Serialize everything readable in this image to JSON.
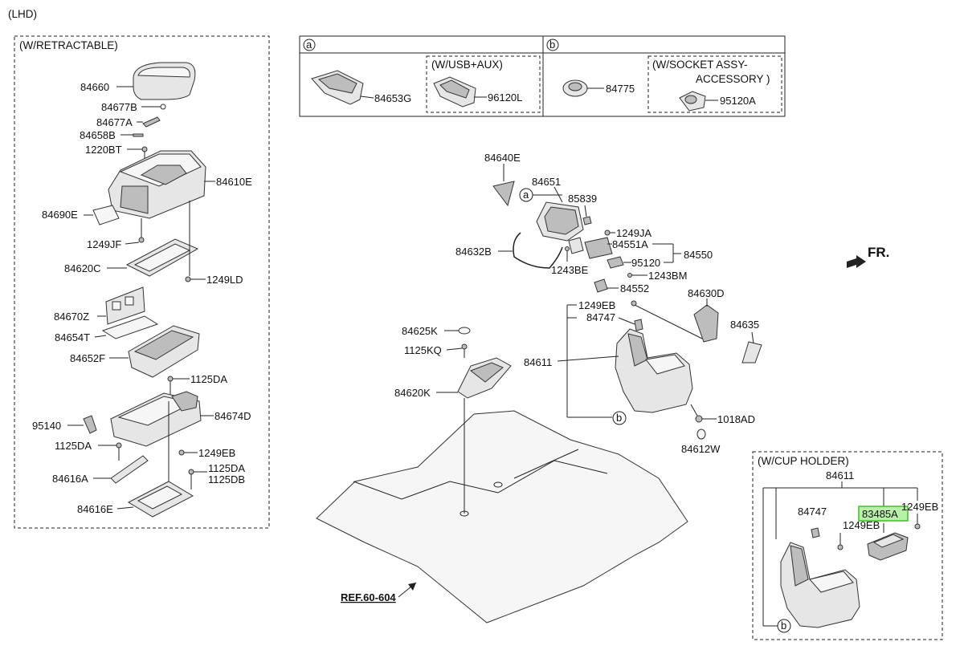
{
  "titles": {
    "lhd": "(LHD)",
    "retractable": "(W/RETRACTABLE)",
    "usb_aux": "(W/USB+AUX)",
    "socket_1": "(W/SOCKET ASSY-",
    "socket_2": "ACCESSORY )",
    "cup_holder": "(W/CUP HOLDER)",
    "ref": "REF.60-604",
    "fr": "FR."
  },
  "callouts": {
    "a": "a",
    "b": "b"
  },
  "left_panel": {
    "p84660": "84660",
    "p84677B": "84677B",
    "p84677A": "84677A",
    "p84658B": "84658B",
    "p1220BT": "1220BT",
    "p84610E": "84610E",
    "p84690E": "84690E",
    "p1249JF": "1249JF",
    "p84620C": "84620C",
    "p1249LD": "1249LD",
    "p84670Z": "84670Z",
    "p84654T": "84654T",
    "p84652F": "84652F",
    "p1125DA_a": "1125DA",
    "p84674D": "84674D",
    "p95140": "95140",
    "p1125DA_b": "1125DA",
    "p1249EB": "1249EB",
    "p1125DA_c": "1125DA",
    "p1125DB": "1125DB",
    "p84616A": "84616A",
    "p84616E": "84616E"
  },
  "top_box": {
    "p84653G": "84653G",
    "p96120L": "96120L",
    "p84775": "84775",
    "p95120A": "95120A"
  },
  "center": {
    "p84640E": "84640E",
    "p84651": "84651",
    "p85839": "85839",
    "p1249JA": "1249JA",
    "p84551A": "84551A",
    "p84550": "84550",
    "p84632B": "84632B",
    "p95120": "95120",
    "p1243BE": "1243BE",
    "p1243BM": "1243BM",
    "p84552": "84552",
    "p1249EB": "1249EB",
    "p84630D": "84630D",
    "p84747": "84747",
    "p84635": "84635",
    "p84625K": "84625K",
    "p1125KQ": "1125KQ",
    "p84611": "84611",
    "p84620K": "84620K",
    "p1018AD": "1018AD",
    "p84612W": "84612W"
  },
  "cup_holder_panel": {
    "p84611": "84611",
    "p84747": "84747",
    "p1249EB_a": "1249EB",
    "p83485A": "83485A",
    "p1249EB_b": "1249EB"
  },
  "colors": {
    "highlight_fill": "#b8f0a8",
    "highlight_border": "#3fbf2a"
  }
}
